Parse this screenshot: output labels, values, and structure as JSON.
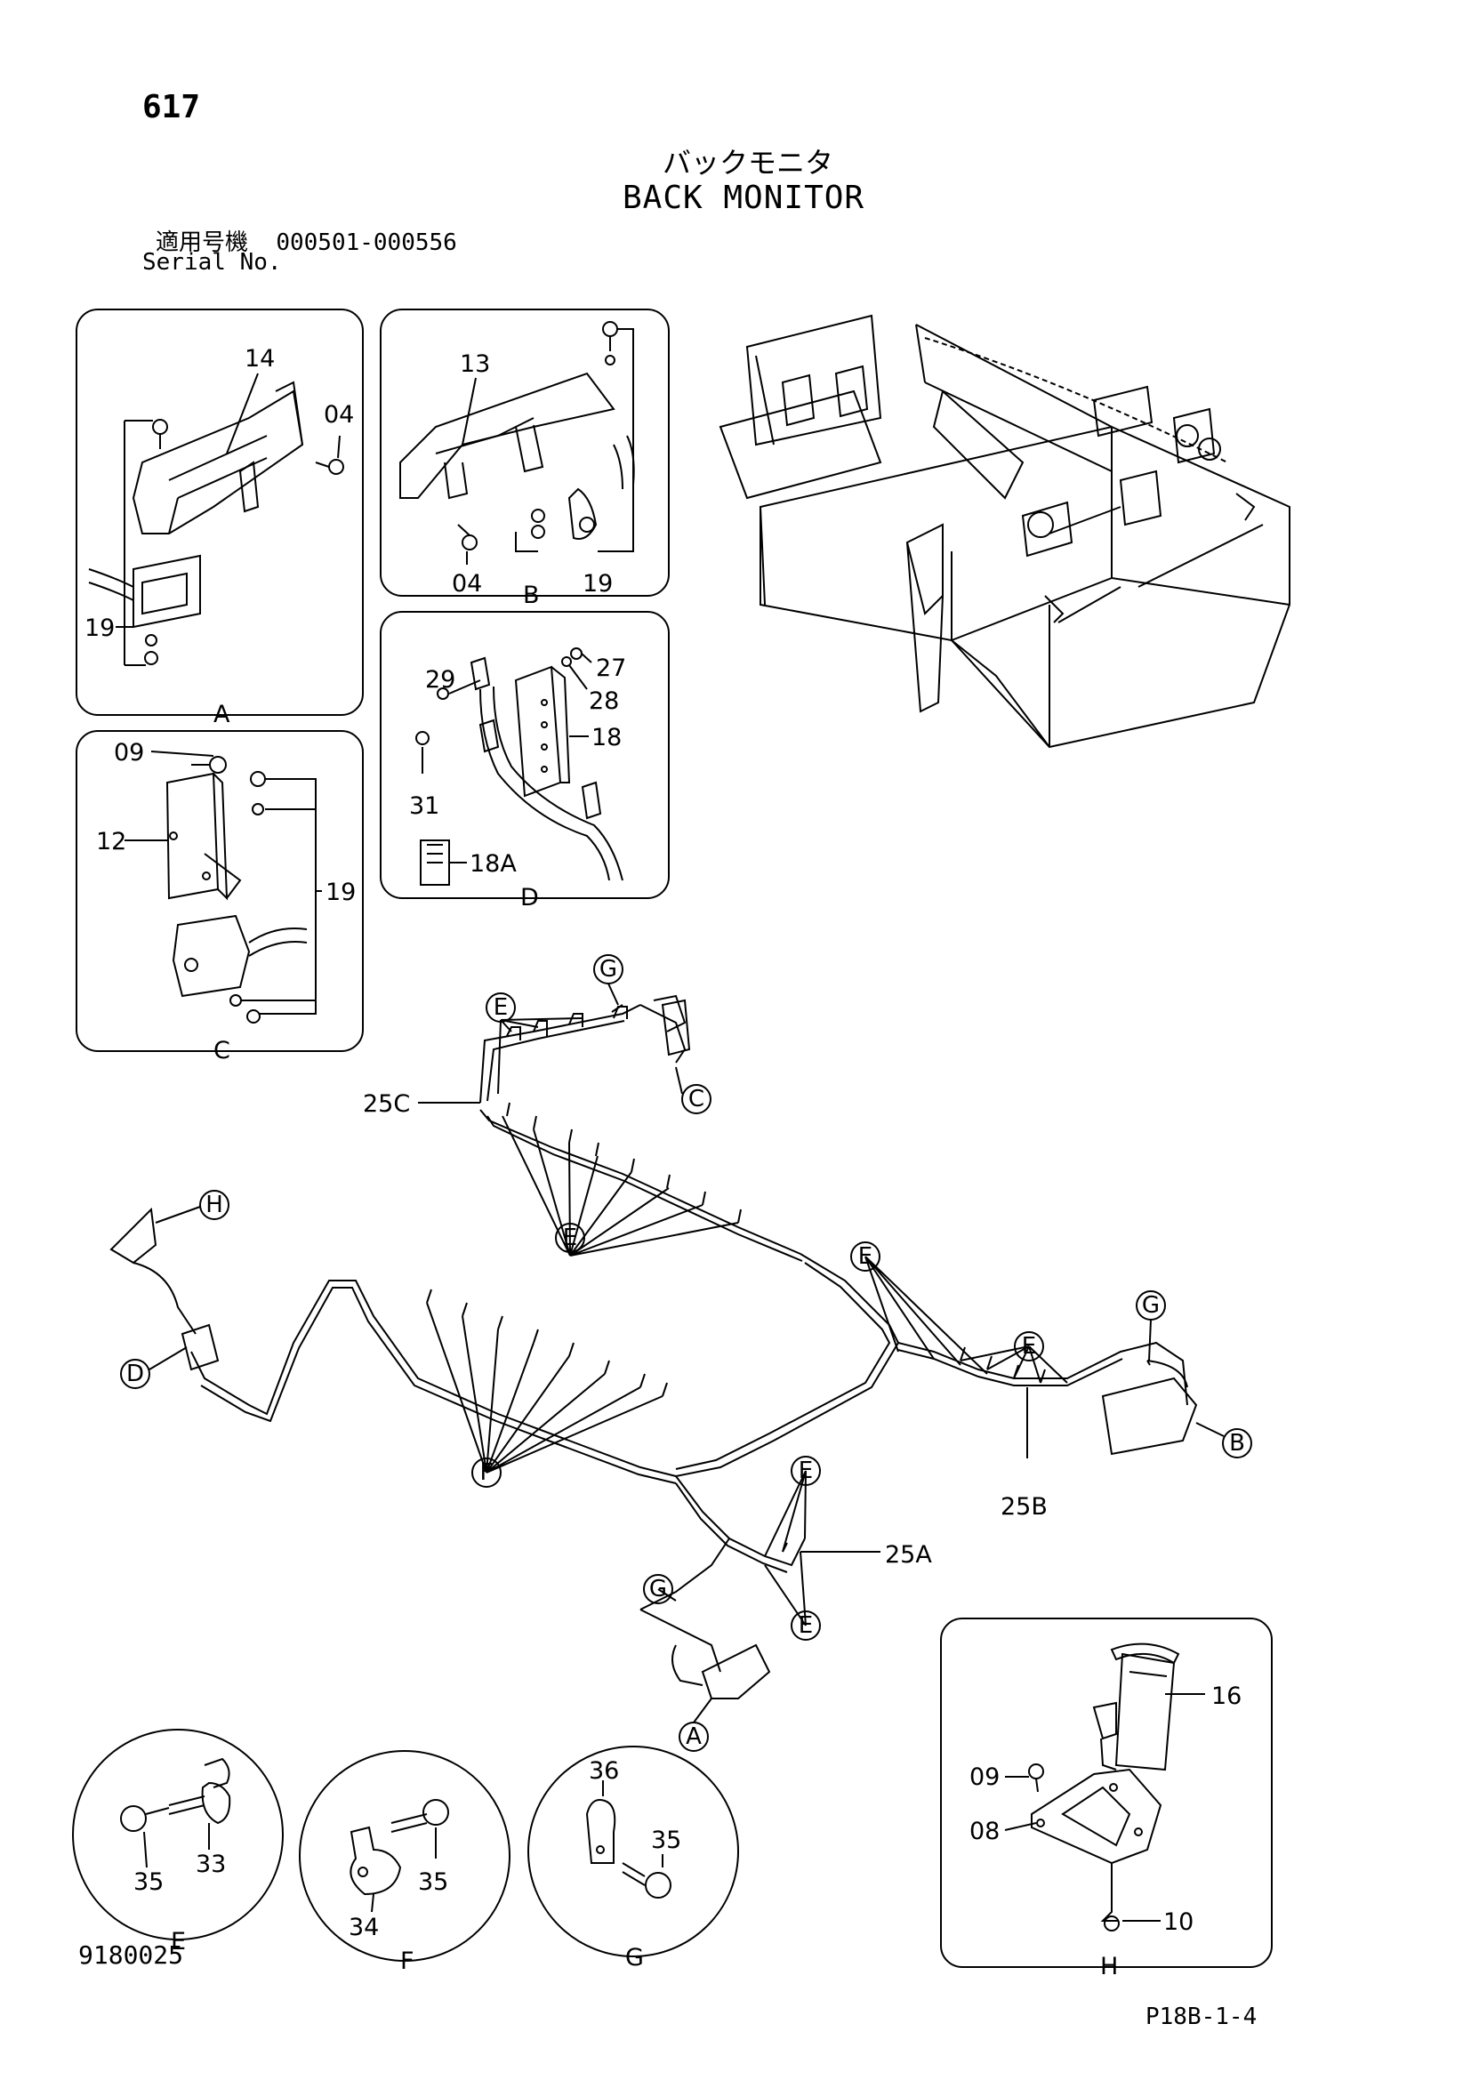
{
  "header": {
    "page_number": "617",
    "title_jp": "バックモニタ",
    "title_en": "BACK MONITOR",
    "serial_label_jp": "適用号機",
    "serial_range": "000501-000556",
    "serial_label_en": "Serial No."
  },
  "footer": {
    "drawing_code": "9180025",
    "page_code": "P18B-1-4"
  },
  "views": {
    "A": {
      "label": "A",
      "parts": [
        "14",
        "04",
        "19"
      ]
    },
    "B": {
      "label": "B",
      "parts": [
        "13",
        "04",
        "19"
      ]
    },
    "C": {
      "label": "C",
      "parts": [
        "09",
        "12",
        "19"
      ]
    },
    "D": {
      "label": "D",
      "parts": [
        "29",
        "27",
        "28",
        "18",
        "31",
        "18A"
      ]
    },
    "E": {
      "label": "E",
      "parts": [
        "35",
        "33"
      ]
    },
    "F": {
      "label": "F",
      "parts": [
        "35",
        "34"
      ]
    },
    "G": {
      "label": "G",
      "parts": [
        "36",
        "35"
      ]
    },
    "H": {
      "label": "H",
      "parts": [
        "16",
        "09",
        "08",
        "10"
      ]
    }
  },
  "harness": {
    "labels": [
      "25C",
      "25B",
      "25A"
    ],
    "callouts": [
      "E",
      "F",
      "G",
      "A",
      "B",
      "C",
      "D",
      "H"
    ]
  }
}
